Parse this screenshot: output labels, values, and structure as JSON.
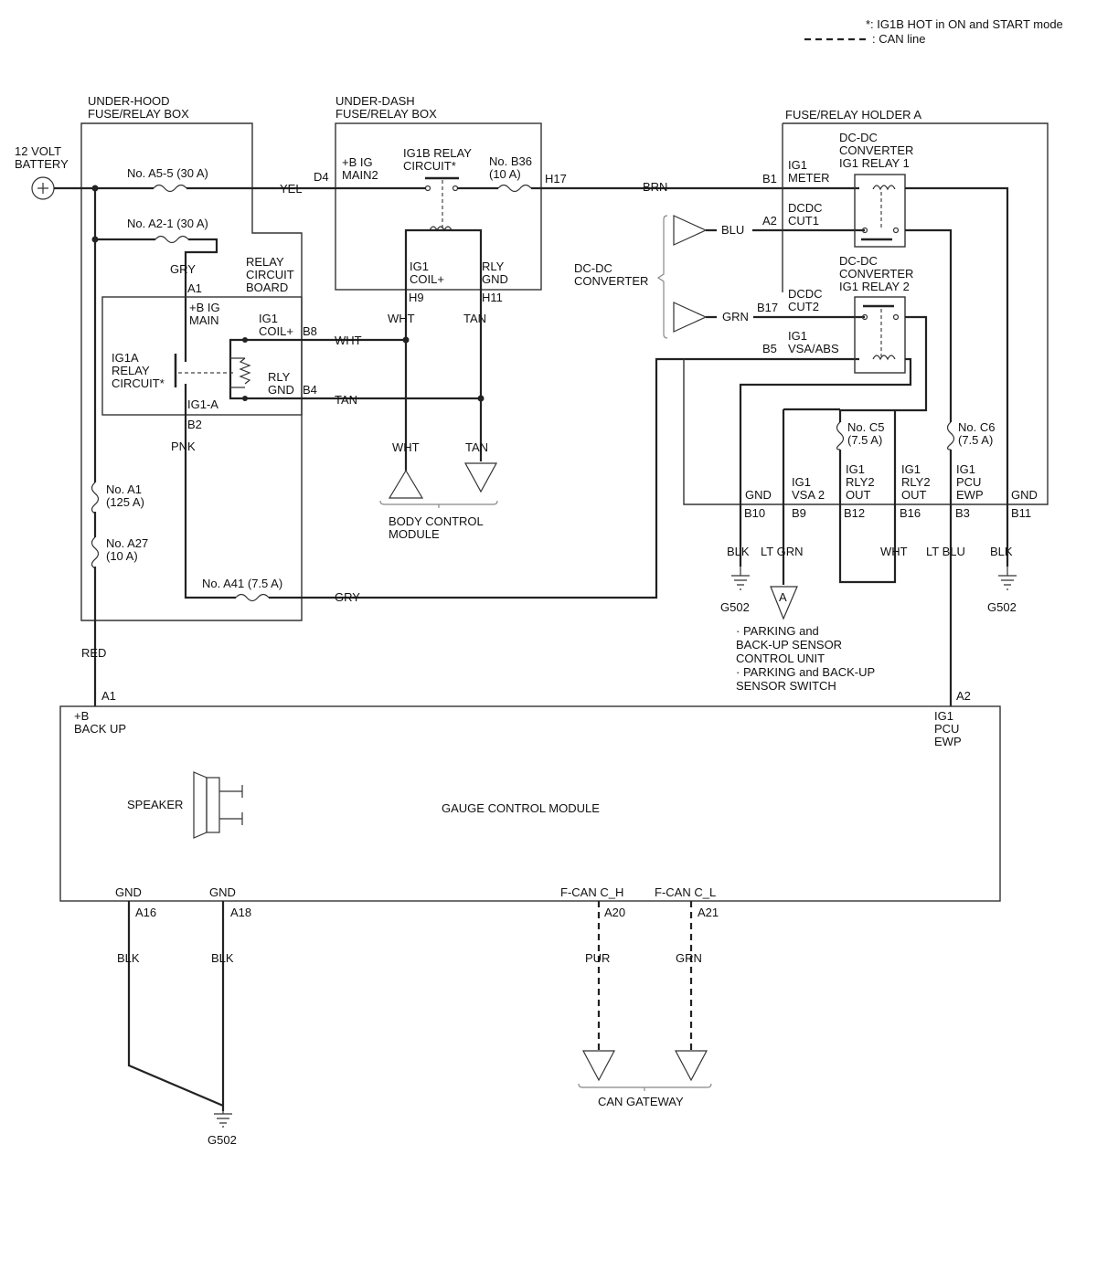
{
  "legend": {
    "hot_note": "*: IG1B HOT in ON and START mode",
    "can_line": ": CAN line"
  },
  "battery": {
    "line1": "12 VOLT",
    "line2": "BATTERY"
  },
  "underhood": {
    "line1": "UNDER-HOOD",
    "line2": "FUSE/RELAY BOX"
  },
  "underdash": {
    "line1": "UNDER-DASH",
    "line2": "FUSE/RELAY BOX"
  },
  "holder": {
    "title": "FUSE/RELAY HOLDER A"
  },
  "fuses": {
    "a5_5": "No. A5-5 (30 A)",
    "a2_1": "No. A2-1 (30 A)",
    "a1_l1": "No. A1",
    "a1_l2": "(125 A)",
    "a27_l1": "No. A27",
    "a27_l2": "(10 A)",
    "a41": "No. A41 (7.5 A)",
    "b36_l1": "No. B36",
    "b36_l2": "(10 A)",
    "c5_l1": "No. C5",
    "c5_l2": "(7.5 A)",
    "c6_l1": "No. C6",
    "c6_l2": "(7.5 A)"
  },
  "relay_board": {
    "line1": "RELAY",
    "line2": "CIRCUIT",
    "line3": "BOARD"
  },
  "ig1a": {
    "line1": "IG1A",
    "line2": "RELAY",
    "line3": "CIRCUIT*"
  },
  "ig1b": {
    "line1": "IG1B RELAY",
    "line2": "CIRCUIT*"
  },
  "terminals": {
    "big_main_1": "+B IG",
    "big_main_2": "MAIN",
    "ig1_coil_1": "IG1",
    "ig1_coil_2": "COIL+",
    "rly_gnd_1": "RLY",
    "rly_gnd_2": "GND",
    "ig1_a": "IG1-A",
    "big_main2_1": "+B IG",
    "big_main2_2": "MAIN2",
    "coil_h9_1": "IG1",
    "coil_h9_2": "COIL+",
    "rly_h11_1": "RLY",
    "rly_h11_2": "GND",
    "ig1_meter_1": "IG1",
    "ig1_meter_2": "METER",
    "cut1_1": "DCDC",
    "cut1_2": "CUT1",
    "cut2_1": "DCDC",
    "cut2_2": "CUT2",
    "vsa_1": "IG1",
    "vsa_2": "VSA/ABS",
    "b10_gnd": "GND",
    "b9_1": "IG1",
    "b9_2": "VSA 2",
    "b12_1": "IG1",
    "b12_2": "RLY2",
    "b12_3": "OUT",
    "b16_1": "IG1",
    "b16_2": "RLY2",
    "b16_3": "OUT",
    "b3_1": "IG1",
    "b3_2": "PCU",
    "b3_3": "EWP",
    "b11_gnd": "GND",
    "backup_1": "+B",
    "backup_2": "BACK UP",
    "gcm_pcu_1": "IG1",
    "gcm_pcu_2": "PCU",
    "gcm_pcu_3": "EWP",
    "gcm_gnd1": "GND",
    "gcm_gnd2": "GND",
    "fcan_h": "F-CAN C_H",
    "fcan_l": "F-CAN C_L"
  },
  "relay1": {
    "line1": "DC-DC",
    "line2": "CONVERTER",
    "line3": "IG1 RELAY 1"
  },
  "relay2": {
    "line1": "DC-DC",
    "line2": "CONVERTER",
    "line3": "IG1 RELAY 2"
  },
  "dcdc": {
    "line1": "DC-DC",
    "line2": "CONVERTER"
  },
  "pins": {
    "d4": "D4",
    "h17": "H17",
    "h9": "H9",
    "h11": "H11",
    "a1_board": "A1",
    "b8": "B8",
    "b4": "B4",
    "b2": "B2",
    "b1": "B1",
    "a2_holder": "A2",
    "b17": "B17",
    "b5": "B5",
    "b10": "B10",
    "b9": "B9",
    "b12": "B12",
    "b16": "B16",
    "b3": "B3",
    "b11": "B11",
    "a1_gcm": "A1",
    "a2_gcm": "A2",
    "a16": "A16",
    "a18": "A18",
    "a20": "A20",
    "a21": "A21"
  },
  "wires": {
    "yel": "YEL",
    "gry_top": "GRY",
    "brn": "BRN",
    "blu": "BLU",
    "grn_dcdc": "GRN",
    "wht_b8": "WHT",
    "tan_b4": "TAN",
    "wht_h9": "WHT",
    "tan_h11": "TAN",
    "wht_bcm": "WHT",
    "tan_bcm": "TAN",
    "pnk": "PNK",
    "gry_a41": "GRY",
    "red": "RED",
    "blk_b10": "BLK",
    "ltgrn_b9": "LT GRN",
    "wht_b16": "WHT",
    "ltblu_b3": "LT BLU",
    "blk_b11": "BLK",
    "blk_a16": "BLK",
    "blk_a18": "BLK",
    "pur": "PUR",
    "grn_can": "GRN"
  },
  "grounds": {
    "g1": "G502",
    "g2": "G502",
    "g3": "G502"
  },
  "bcm": {
    "line1": "BODY CONTROL",
    "line2": "MODULE"
  },
  "connector_a": "A",
  "parking": {
    "line1": "· PARKING and",
    "line2": "BACK-UP SENSOR",
    "line3": "CONTROL UNIT",
    "line4": "· PARKING and BACK-UP",
    "line5": "SENSOR SWITCH"
  },
  "gcm": {
    "title": "GAUGE CONTROL MODULE",
    "speaker": "SPEAKER"
  },
  "can_gateway": "CAN GATEWAY"
}
